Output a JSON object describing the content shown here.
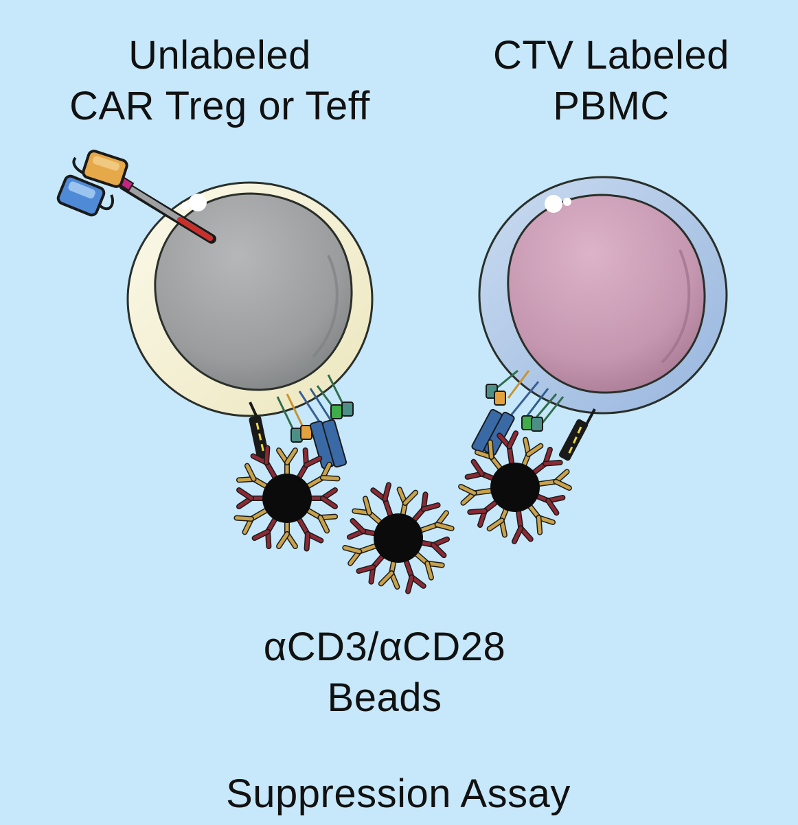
{
  "labels": {
    "left": {
      "line1": "Unlabeled",
      "line2": "CAR Treg or Teff"
    },
    "right": {
      "line1": "CTV Labeled",
      "line2": "PBMC"
    },
    "beads": {
      "line1": "αCD3/αCD28",
      "line2": "Beads"
    },
    "assay": "Suppression Assay"
  },
  "colors": {
    "background": "#c6e8fa",
    "treg_nucleus": "#9a9c9d",
    "treg_membrane": "#f6f3dd",
    "pbmc_nucleus": "#c597b0",
    "pbmc_membrane": "#b3cbe8",
    "bead": "#0b0b0b",
    "antibody_gold": "#c9a24a",
    "antibody_red": "#8b2a35",
    "tcr_blue": "#3a5f96",
    "car_red": "#c9302c"
  },
  "icons": [
    "car-receptor-icon",
    "tcr-complex-icon",
    "cd28-receptor-icon",
    "bead-icon",
    "antibody-icon"
  ]
}
